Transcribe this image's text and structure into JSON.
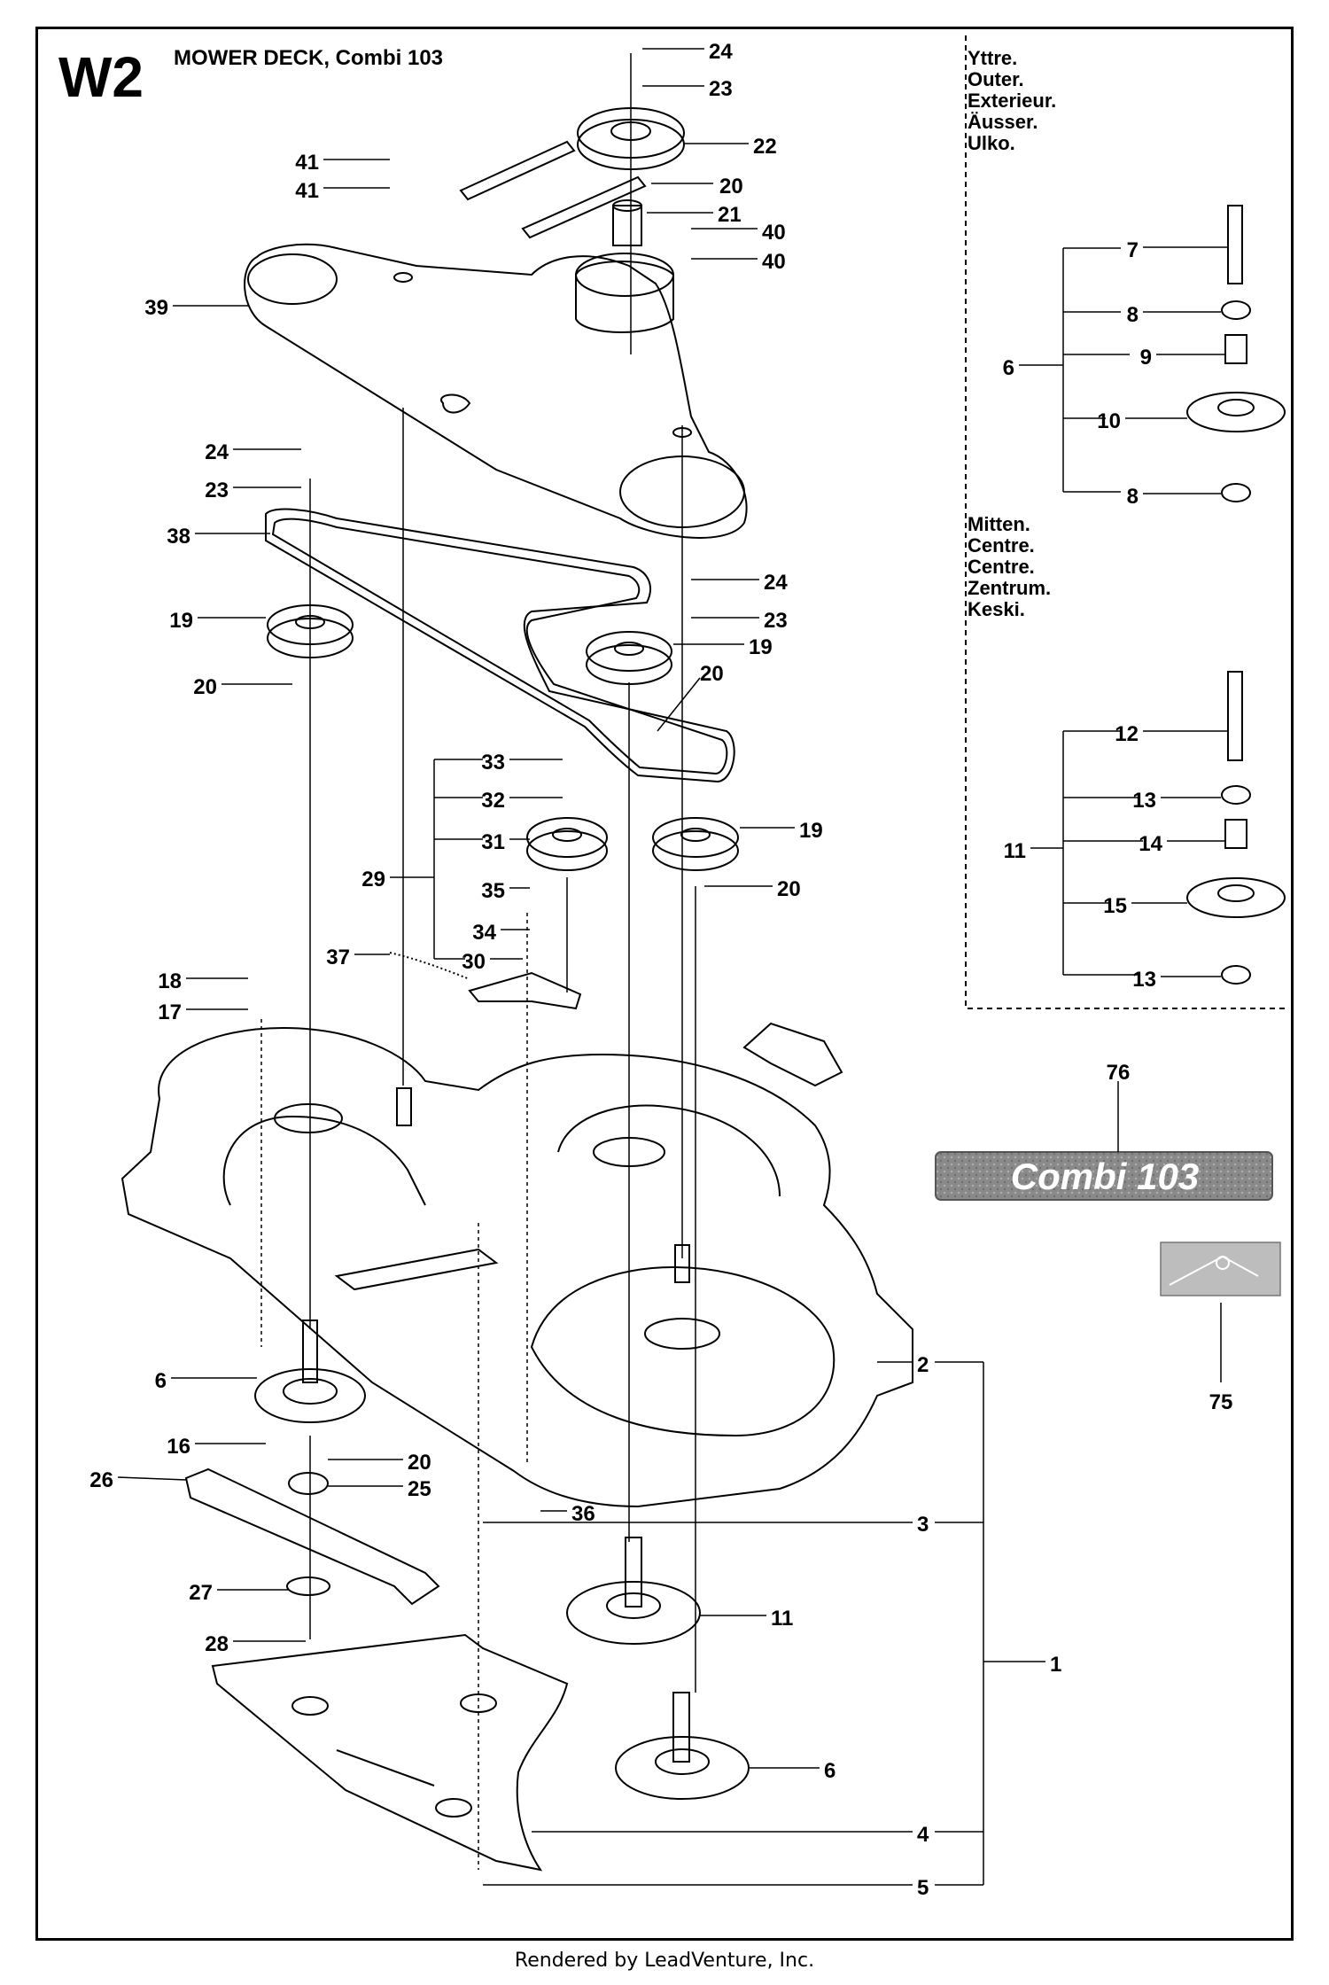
{
  "sheet": {
    "id": "W2",
    "title": "MOWER DECK, Combi 103"
  },
  "inset_outer": {
    "labels": [
      "Yttre.",
      "Outer.",
      "Exterieur.",
      "Äusser.",
      "Ulko."
    ]
  },
  "inset_center": {
    "labels": [
      "Mitten.",
      "Centre.",
      "Centre.",
      "Zentrum.",
      "Keski."
    ]
  },
  "decal": {
    "text": "Combi 103"
  },
  "footer": {
    "text": "Rendered by LeadVenture, Inc."
  },
  "callouts": [
    "24",
    "23",
    "22",
    "20",
    "21",
    "40",
    "41",
    "40",
    "41",
    "39",
    "24",
    "23",
    "38",
    "24",
    "23",
    "19",
    "19",
    "20",
    "20",
    "33",
    "32",
    "19",
    "31",
    "29",
    "35",
    "20",
    "34",
    "37",
    "30",
    "18",
    "17",
    "6",
    "16",
    "20",
    "26",
    "25",
    "36",
    "27",
    "28",
    "2",
    "3",
    "11",
    "1",
    "6",
    "4",
    "5",
    "7",
    "8",
    "6",
    "9",
    "10",
    "8",
    "12",
    "13",
    "11",
    "14",
    "15",
    "13",
    "76",
    "75"
  ]
}
